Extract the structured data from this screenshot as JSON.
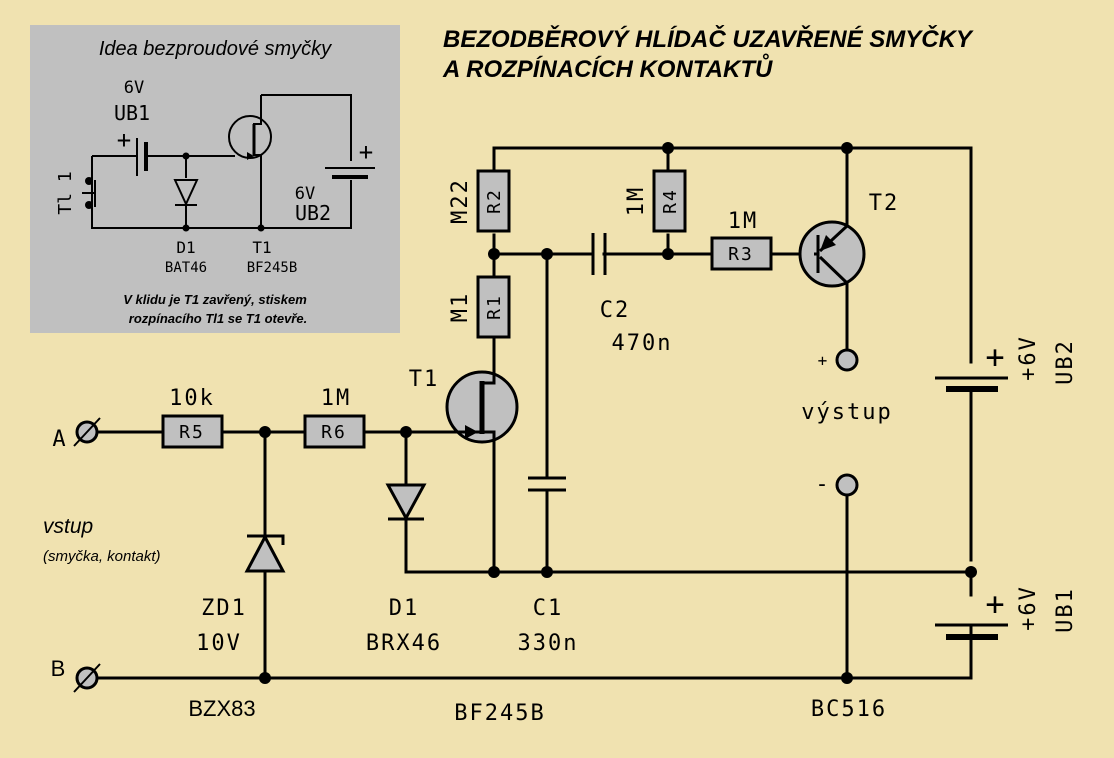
{
  "title": {
    "line1": "BEZODBĚROVÝ HLÍDAČ UZAVŘENÉ SMYČKY",
    "line2": "A ROZPÍNACÍCH KONTAKTŮ"
  },
  "colors": {
    "background": "#F0E2B0",
    "inset_background": "#C0C0C0",
    "component_fill": "#C0C0C0",
    "wire": "#000000"
  },
  "inset": {
    "heading": "Idea bezproudové smyčky",
    "battery1": {
      "voltage": "6V",
      "name": "UB1",
      "polarity": "+"
    },
    "battery2": {
      "voltage": "6V",
      "name": "UB2",
      "polarity": "+"
    },
    "switch_label": "Tl 1",
    "diode": {
      "name": "D1",
      "part": "BAT46"
    },
    "transistor": {
      "name": "T1",
      "part": "BF245B"
    },
    "note_line1": "V klidu je T1 zavřený, stiskem",
    "note_line2": "rozpínacího Tl1 se T1 otevře."
  },
  "terminals": {
    "a": "A",
    "b": "B",
    "input_label": "vstup",
    "input_sub": "(smyčka, kontakt)",
    "output_label": "výstup",
    "output_plus": "+",
    "output_minus": "-"
  },
  "resistors": {
    "R1": {
      "name": "R1",
      "value": "M1"
    },
    "R2": {
      "name": "R2",
      "value": "M22"
    },
    "R3": {
      "name": "R3",
      "value": "1M"
    },
    "R4": {
      "name": "R4",
      "value": "1M"
    },
    "R5": {
      "name": "R5",
      "value": "10k"
    },
    "R6": {
      "name": "R6",
      "value": "1M"
    }
  },
  "capacitors": {
    "C1": {
      "name": "C1",
      "value": "330n"
    },
    "C2": {
      "name": "C2",
      "value": "470n"
    }
  },
  "semiconductors": {
    "ZD1": {
      "name": "ZD1",
      "value": "10V",
      "part": "BZX83"
    },
    "D1": {
      "name": "D1",
      "part": "BRX46"
    },
    "T1": {
      "name": "T1",
      "part": "BF245B"
    },
    "T2": {
      "name": "T2",
      "part": "BC516"
    }
  },
  "batteries": {
    "UB1": {
      "name": "UB1",
      "voltage": "+6V",
      "polarity": "+"
    },
    "UB2": {
      "name": "UB2",
      "voltage": "+6V",
      "polarity": "+"
    }
  }
}
